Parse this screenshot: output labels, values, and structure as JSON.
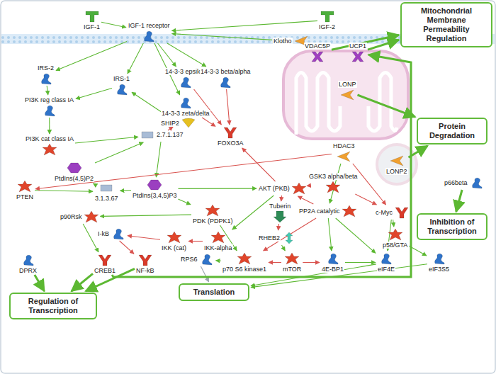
{
  "diagram": {
    "nodes": [
      {
        "text": [
          "IGF-1"
        ]
      },
      {
        "text": [
          "IGF-1 receptor"
        ]
      },
      {
        "text": [
          "IGF-2"
        ]
      },
      {
        "text": [
          "Mitochondrial Membrane Permeability Regulation"
        ]
      },
      {
        "text": [
          "Klotho"
        ]
      },
      {
        "text": [
          "VDAC5P"
        ]
      },
      {
        "text": [
          "UCP1"
        ]
      },
      {
        "text": [
          "IRS-2"
        ]
      },
      {
        "text": [
          "IRS-1"
        ]
      },
      {
        "text": [
          "14-3-3 epsilon"
        ]
      },
      {
        "text": [
          "14-3-3 beta/alpha"
        ]
      },
      {
        "text": [
          "LONP"
        ]
      },
      {
        "text": [
          "PI3K reg class IA"
        ]
      },
      {
        "text": [
          "Protein Degradation"
        ]
      },
      {
        "text": [
          "14-3-3 zeta/delta"
        ]
      },
      {
        "text": [
          "SHIP2"
        ]
      },
      {
        "text": [
          "PI3K cat class IA"
        ]
      },
      {
        "text": [
          "2.7.1.137"
        ]
      },
      {
        "text": [
          "FOXO3A"
        ]
      },
      {
        "text": [
          "HDAC3"
        ]
      },
      {
        "text": [
          "LONP2"
        ]
      },
      {
        "text": [
          "PtdIns(4,5)P2"
        ]
      },
      {
        "text": [
          "p66beta"
        ]
      },
      {
        "text": [
          "PTEN"
        ]
      },
      {
        "text": [
          "3.1.3.67"
        ]
      },
      {
        "text": [
          "PtdIns(3,4,5)P3"
        ]
      },
      {
        "text": [
          "AKT (PKB)"
        ]
      },
      {
        "text": [
          "GSK3 alpha/beta"
        ]
      },
      {
        "text": [
          "Tuberin"
        ]
      },
      {
        "text": [
          "c-Myc"
        ]
      },
      {
        "text": [
          "PP2A catalytic"
        ]
      },
      {
        "text": [
          "PDK (PDPK1)"
        ]
      },
      {
        "text": [
          "p90Rsk"
        ]
      },
      {
        "text": [
          "RHEB2"
        ]
      },
      {
        "text": [
          "Inhibition of Transcription"
        ]
      },
      {
        "text": [
          "p58/GTA"
        ]
      },
      {
        "text": [
          "I-kB"
        ]
      },
      {
        "text": [
          "IKK (cat)"
        ]
      },
      {
        "text": [
          "IKK-alpha"
        ]
      },
      {
        "text": [
          "DPRX"
        ]
      },
      {
        "text": [
          "CREB1"
        ]
      },
      {
        "text": [
          "NF-kB"
        ]
      },
      {
        "text": [
          "RPS6"
        ]
      },
      {
        "text": [
          "p70 S6 kinase1"
        ]
      },
      {
        "text": [
          "mTOR"
        ]
      },
      {
        "text": [
          "4E-BP1"
        ]
      },
      {
        "text": [
          "eIF4E"
        ]
      },
      {
        "text": [
          "eIF3S5"
        ]
      },
      {
        "text": [
          "Regulation of Transcription"
        ]
      },
      {
        "text": [
          "Translation"
        ]
      }
    ],
    "edges": [
      {
        "from": 0,
        "to": 1,
        "arrow": "to"
      },
      {
        "from": 2,
        "to": 1,
        "arrow": "to"
      },
      {
        "from": 4,
        "to": 1,
        "arrow": "to"
      },
      {
        "from": 1,
        "to": 7,
        "arrow": "to"
      },
      {
        "from": 1,
        "to": 8,
        "arrow": "to"
      },
      {
        "from": 1,
        "to": 9,
        "arrow": "to"
      },
      {
        "from": 1,
        "to": 10,
        "arrow": "to"
      },
      {
        "from": 1,
        "to": 14,
        "arrow": "to"
      },
      {
        "from": 7,
        "to": 12,
        "arrow": "to"
      },
      {
        "from": 8,
        "to": 12,
        "arrow": "to"
      },
      {
        "from": 12,
        "to": 16,
        "arrow": "to"
      },
      {
        "from": 16,
        "to": 17,
        "arrow": "to"
      },
      {
        "from": 15,
        "to": 8,
        "arrow": "to"
      },
      {
        "from": 15,
        "to": 17,
        "arrow": "to"
      },
      {
        "from": 9,
        "to": 18,
        "arrow": "to"
      },
      {
        "from": 10,
        "to": 18,
        "arrow": "to"
      },
      {
        "from": 14,
        "to": 18,
        "arrow": "to"
      },
      {
        "from": 21,
        "to": 17,
        "arrow": "to"
      },
      {
        "from": 17,
        "to": 25,
        "arrow": "to"
      },
      {
        "from": 25,
        "to": 24,
        "arrow": "to"
      },
      {
        "from": 24,
        "to": 21,
        "arrow": "to"
      },
      {
        "from": 23,
        "to": 24,
        "arrow": "to"
      },
      {
        "from": 25,
        "to": 26,
        "arrow": "to"
      },
      {
        "from": 25,
        "to": 31,
        "arrow": "to"
      },
      {
        "from": 26,
        "to": 18,
        "arrow": "to"
      },
      {
        "from": 26,
        "to": 27,
        "arrow": "to"
      },
      {
        "from": 26,
        "to": 28,
        "arrow": "to"
      },
      {
        "from": 28,
        "to": 33,
        "arrow": "to"
      },
      {
        "from": 33,
        "to": 44,
        "arrow": "to"
      },
      {
        "from": 19,
        "to": 23,
        "arrow": "to"
      },
      {
        "from": 19,
        "to": 29,
        "arrow": "to"
      },
      {
        "from": 19,
        "to": 30,
        "arrow": "to"
      },
      {
        "from": 27,
        "to": 29,
        "arrow": "to"
      },
      {
        "from": 30,
        "to": 26,
        "arrow": "to"
      },
      {
        "from": 30,
        "to": 43,
        "arrow": "to"
      },
      {
        "from": 30,
        "to": 45,
        "arrow": "to"
      },
      {
        "from": 30,
        "to": 46,
        "arrow": "to"
      },
      {
        "from": 29,
        "to": 35,
        "arrow": "to"
      },
      {
        "from": 29,
        "to": 46,
        "arrow": "to"
      },
      {
        "from": 35,
        "to": 47,
        "arrow": "to"
      },
      {
        "from": 31,
        "to": 32,
        "arrow": "to"
      },
      {
        "from": 31,
        "to": 43,
        "arrow": "to"
      },
      {
        "from": 26,
        "to": 38,
        "arrow": "to"
      },
      {
        "from": 38,
        "to": 37,
        "arrow": "to"
      },
      {
        "from": 37,
        "to": 36,
        "arrow": "to"
      },
      {
        "from": 36,
        "to": 41,
        "arrow": "to"
      },
      {
        "from": 32,
        "to": 40,
        "arrow": "to"
      },
      {
        "from": 44,
        "to": 43,
        "arrow": "to"
      },
      {
        "from": 44,
        "to": 45,
        "arrow": "to"
      },
      {
        "from": 45,
        "to": 46,
        "arrow": "to"
      },
      {
        "from": 43,
        "to": 42,
        "arrow": "to"
      },
      {
        "from": 42,
        "to": 49,
        "arrow": "to"
      },
      {
        "from": 46,
        "to": 49,
        "arrow": "to"
      },
      {
        "from": 47,
        "to": 49,
        "arrow": "to"
      },
      {
        "from": 39,
        "to": 48,
        "arrow": "to"
      },
      {
        "from": 40,
        "to": 48,
        "arrow": "to"
      },
      {
        "from": 41,
        "to": 48,
        "arrow": "to"
      },
      {
        "from": 22,
        "to": 34,
        "arrow": "to"
      },
      {
        "from": 5,
        "to": 3,
        "arrow": "to"
      },
      {
        "from": 6,
        "to": 3,
        "arrow": "to"
      },
      {
        "from": 11,
        "to": 13,
        "arrow": "to"
      },
      {
        "from": 20,
        "to": 13,
        "arrow": "to"
      },
      {
        "from": 40,
        "to": 6,
        "arrow": "to"
      }
    ]
  }
}
